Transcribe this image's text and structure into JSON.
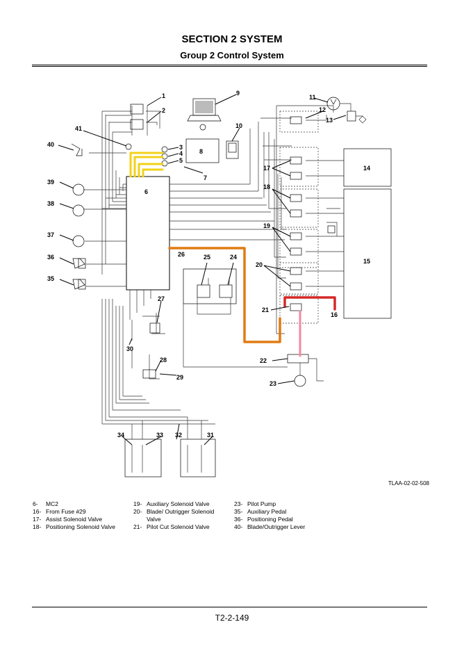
{
  "header": {
    "title": "SECTION 2 SYSTEM",
    "subtitle": "Group 2 Control System"
  },
  "diagram": {
    "figure_code": "TLAA-02-02-508",
    "callouts": {
      "n1": "1",
      "n2": "2",
      "n3": "3",
      "n4": "4",
      "n5": "5",
      "n6": "6",
      "n7": "7",
      "n8": "8",
      "n9": "9",
      "n10": "10",
      "n11": "11",
      "n12": "12",
      "n13": "13",
      "n14": "14",
      "n15": "15",
      "n16": "16",
      "n17": "17",
      "n18": "18",
      "n19": "19",
      "n20": "20",
      "n21": "21",
      "n22": "22",
      "n23": "23",
      "n24": "24",
      "n25": "25",
      "n26": "26",
      "n27": "27",
      "n28": "28",
      "n29": "29",
      "n30": "30",
      "n31": "31",
      "n32": "32",
      "n33": "33",
      "n34": "34",
      "n35": "35",
      "n36": "36",
      "n37": "37",
      "n38": "38",
      "n39": "39",
      "n40": "40",
      "n41": "41"
    },
    "highlight_colors": {
      "yellow": "#f2d21a",
      "orange": "#e07b12",
      "red": "#d62828",
      "pink": "#f08aa0"
    }
  },
  "legend": {
    "col1": [
      {
        "no": "6-",
        "text": "MC2"
      },
      {
        "no": "16-",
        "text": "From Fuse #29"
      },
      {
        "no": "17-",
        "text": "Assist Solenoid Valve"
      },
      {
        "no": "18-",
        "text": "Positioning Solenoid Valve"
      }
    ],
    "col2": [
      {
        "no": "19-",
        "text": "Auxiliary Solenoid Valve"
      },
      {
        "no": "20-",
        "text": "Blade/ Outrigger Solenoid Valve"
      },
      {
        "no": "21-",
        "text": "Pilot Cut Solenoid Valve"
      }
    ],
    "col3": [
      {
        "no": "23-",
        "text": "Pilot Pump"
      },
      {
        "no": "35-",
        "text": "Auxiliary Pedal"
      },
      {
        "no": "36-",
        "text": "Positioning Pedal"
      },
      {
        "no": "40-",
        "text": "Blade/Outrigger Lever"
      }
    ]
  },
  "footer": {
    "page_number": "T2-2-149"
  }
}
